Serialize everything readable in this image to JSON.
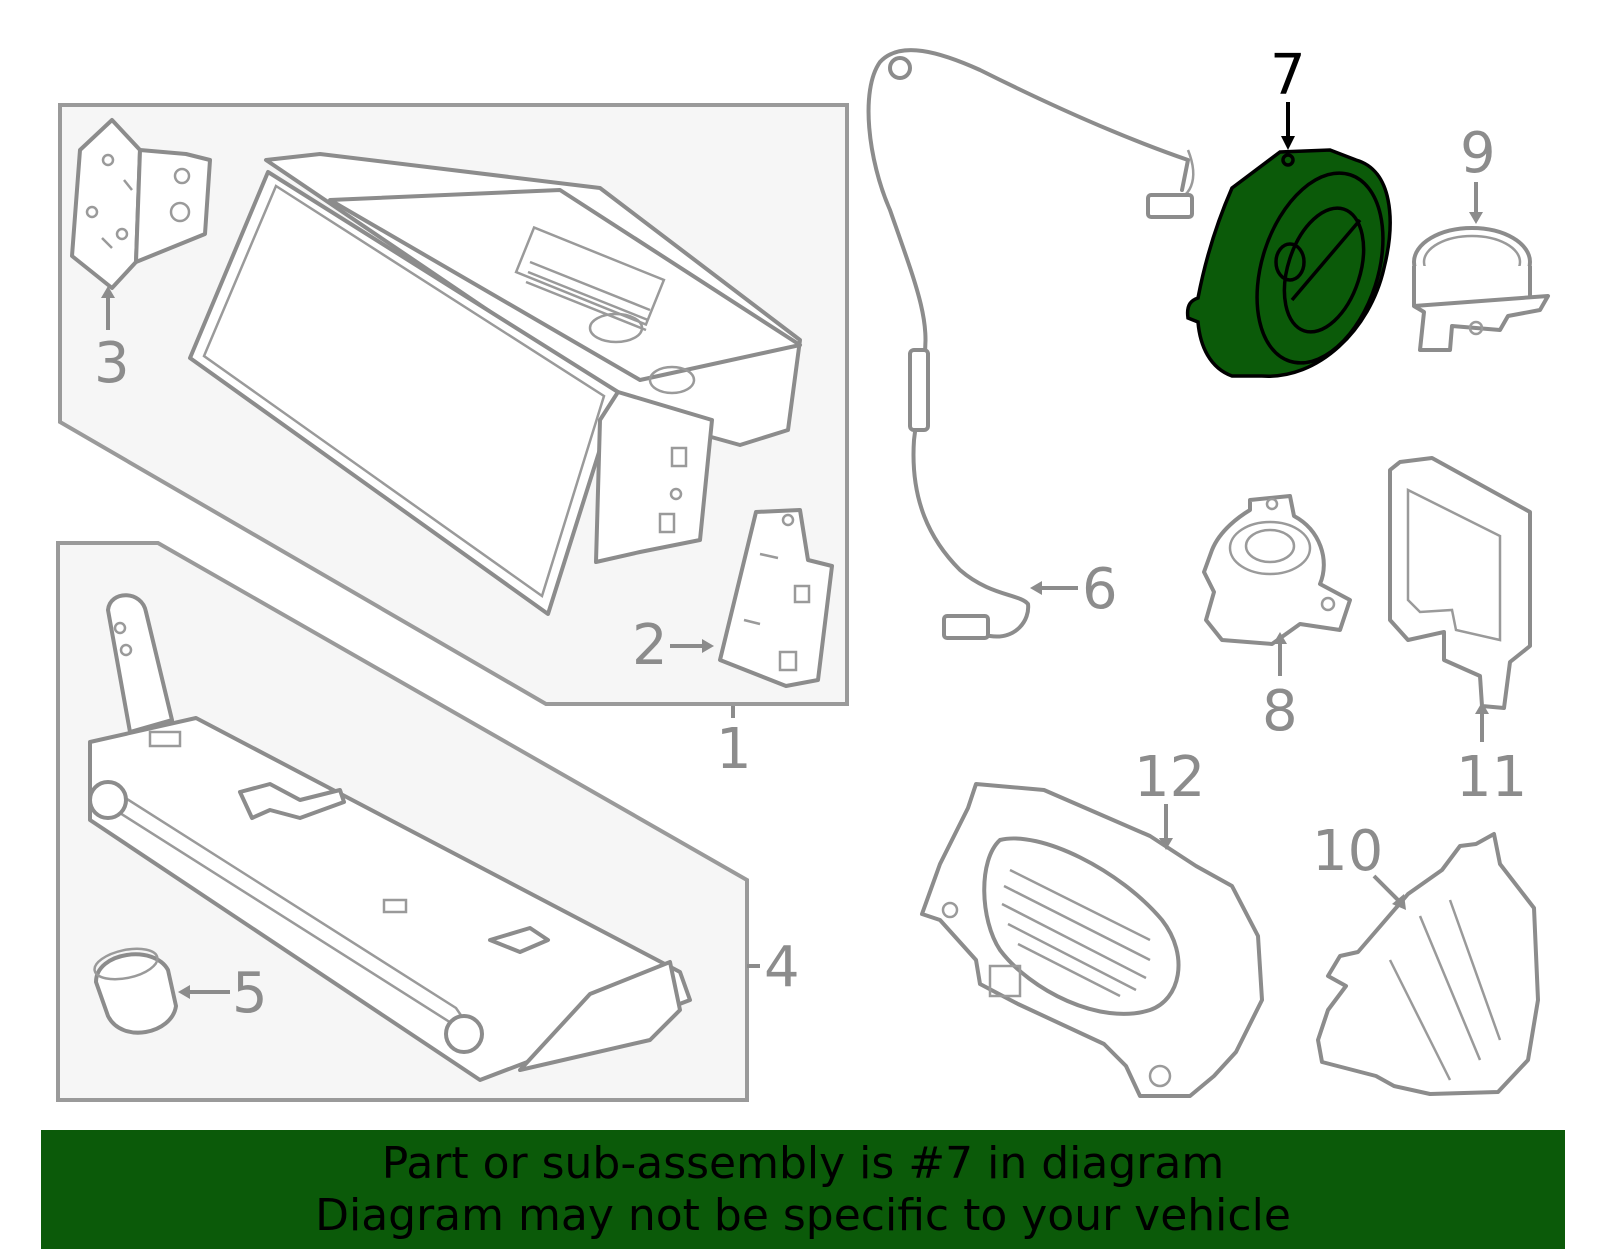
{
  "diagram": {
    "callouts": [
      "1",
      "2",
      "3",
      "4",
      "5",
      "6",
      "7",
      "8",
      "9",
      "10",
      "11",
      "12"
    ],
    "highlight_part": "7",
    "highlight_color": "#0b5a09",
    "part_line_color": "#8c8c8c",
    "group_box_fill": "#f6f6f6"
  },
  "banner": {
    "line1": "Part or sub-assembly is #7 in diagram",
    "line2": "Diagram may not be specific to your vehicle",
    "background": "#0b5a09"
  }
}
